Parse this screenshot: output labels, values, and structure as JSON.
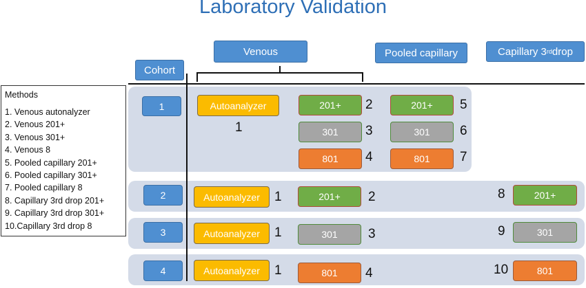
{
  "title": "Laboratory Validation",
  "headers": {
    "venous": "Venous",
    "pooled": "Pooled capillary",
    "capillary_pre": "Capillary 3",
    "capillary_sup": "rd",
    "capillary_post": " drop",
    "cohort": "Cohort"
  },
  "methods": {
    "title": "Methods",
    "items": [
      "1.  Venous autonalyzer",
      "2.  Venous 201+",
      "3.  Venous 301+",
      "4.  Venous 8",
      "5.  Pooled capillary 201+",
      "6.  Pooled capillary 301+",
      "7.  Pooled capillary 8",
      "8.  Capillary 3rd drop 201+",
      "9.  Capillary 3rd drop 301+",
      "10.Capillary 3rd drop 8"
    ]
  },
  "labels": {
    "autoanalyzer": "Autoanalyzer",
    "t201": "201+",
    "t301": "301",
    "t801": "801"
  },
  "cohorts": [
    {
      "id": "1",
      "auto_num": "1",
      "v201": "2",
      "v301": "3",
      "v801": "4",
      "p201": "5",
      "p301": "6",
      "p801": "7"
    },
    {
      "id": "2",
      "auto_num": "1",
      "v_num": "2",
      "c_num": "8"
    },
    {
      "id": "3",
      "auto_num": "1",
      "v_num": "3",
      "c_num": "9"
    },
    {
      "id": "4",
      "auto_num": "1",
      "v_num": "4",
      "c_num": "10"
    }
  ],
  "colors": {
    "header_blue": "#4f8fd1",
    "band": "#d4dbe8",
    "autoanalyzer": "#fbbb00",
    "green_201": "#70ad47",
    "gray_301": "#a5a5a5",
    "orange_801": "#ed7d31"
  }
}
